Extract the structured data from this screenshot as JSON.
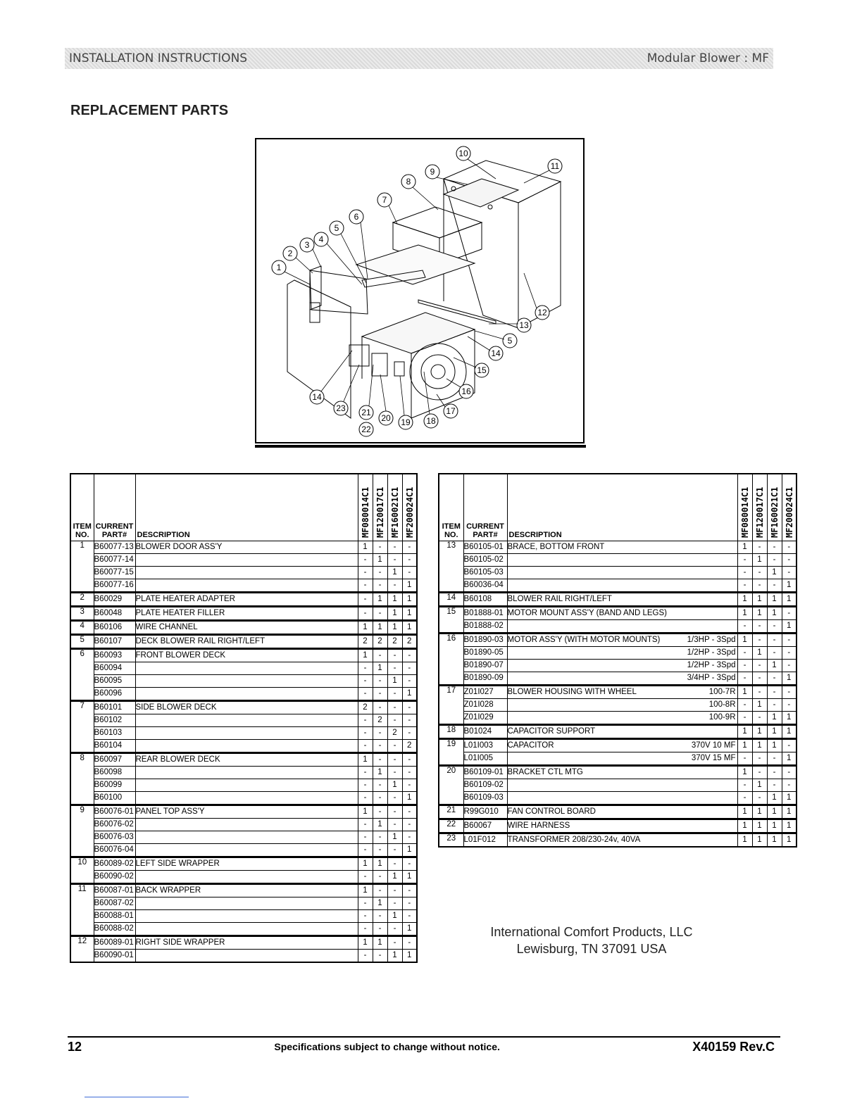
{
  "header": {
    "left": "INSTALLATION INSTRUCTIONS",
    "right": "Modular Blower : MF"
  },
  "section_title": "REPLACEMENT PARTS",
  "figure": {
    "callouts": [
      "1",
      "2",
      "3",
      "4",
      "5",
      "6",
      "7",
      "8",
      "9",
      "10",
      "11",
      "12",
      "13",
      "5",
      "14",
      "15",
      "16",
      "17",
      "18",
      "19",
      "20",
      "21",
      "22",
      "23",
      "14"
    ]
  },
  "table_headers": {
    "item": [
      "ITEM",
      "NO."
    ],
    "part": [
      "CURRENT",
      "PART#"
    ],
    "desc": "DESCRIPTION",
    "models": [
      "MF080014C1",
      "MF120017C1",
      "MF160021C1",
      "MF200024C1"
    ]
  },
  "left_table": [
    {
      "item": "1",
      "rows": [
        {
          "part": "B60077-13",
          "desc": "BLOWER DOOR ASS'Y",
          "q": [
            "1",
            "-",
            "-",
            "-"
          ]
        },
        {
          "part": "B60077-14",
          "desc": "",
          "q": [
            "-",
            "1",
            "-",
            "-"
          ]
        },
        {
          "part": "B60077-15",
          "desc": "",
          "q": [
            "-",
            "-",
            "1",
            "-"
          ]
        },
        {
          "part": "B60077-16",
          "desc": "",
          "q": [
            "-",
            "-",
            "-",
            "1"
          ]
        }
      ]
    },
    {
      "item": "2",
      "rows": [
        {
          "part": "B60029",
          "desc": "PLATE HEATER ADAPTER",
          "q": [
            "-",
            "1",
            "1",
            "1"
          ]
        }
      ]
    },
    {
      "item": "3",
      "rows": [
        {
          "part": "B60048",
          "desc": "PLATE HEATER FILLER",
          "q": [
            "-",
            "-",
            "1",
            "1"
          ]
        }
      ]
    },
    {
      "item": "4",
      "rows": [
        {
          "part": "B60106",
          "desc": "WIRE CHANNEL",
          "q": [
            "1",
            "1",
            "1",
            "1"
          ]
        }
      ]
    },
    {
      "item": "5",
      "rows": [
        {
          "part": "B60107",
          "desc": "DECK BLOWER RAIL RIGHT/LEFT",
          "q": [
            "2",
            "2",
            "2",
            "2"
          ]
        }
      ]
    },
    {
      "item": "6",
      "rows": [
        {
          "part": "B60093",
          "desc": "FRONT BLOWER DECK",
          "q": [
            "1",
            "-",
            "-",
            "-"
          ]
        },
        {
          "part": "B60094",
          "desc": "",
          "q": [
            "-",
            "1",
            "-",
            "-"
          ]
        },
        {
          "part": "B60095",
          "desc": "",
          "q": [
            "-",
            "-",
            "1",
            "-"
          ]
        },
        {
          "part": "B60096",
          "desc": "",
          "q": [
            "-",
            "-",
            "-",
            "1"
          ]
        }
      ]
    },
    {
      "item": "7",
      "rows": [
        {
          "part": "B60101",
          "desc": "SIDE BLOWER DECK",
          "q": [
            "2",
            "-",
            "-",
            "-"
          ]
        },
        {
          "part": "B60102",
          "desc": "",
          "q": [
            "-",
            "2",
            "-",
            "-"
          ]
        },
        {
          "part": "B60103",
          "desc": "",
          "q": [
            "-",
            "-",
            "2",
            "-"
          ]
        },
        {
          "part": "B60104",
          "desc": "",
          "q": [
            "-",
            "-",
            "-",
            "2"
          ]
        }
      ]
    },
    {
      "item": "8",
      "rows": [
        {
          "part": "B60097",
          "desc": "REAR BLOWER DECK",
          "q": [
            "1",
            "-",
            "-",
            "-"
          ]
        },
        {
          "part": "B60098",
          "desc": "",
          "q": [
            "-",
            "1",
            "-",
            "-"
          ]
        },
        {
          "part": "B60099",
          "desc": "",
          "q": [
            "-",
            "-",
            "1",
            "-"
          ]
        },
        {
          "part": "B60100",
          "desc": "",
          "q": [
            "-",
            "-",
            "-",
            "1"
          ]
        }
      ]
    },
    {
      "item": "9",
      "rows": [
        {
          "part": "B60076-01",
          "desc": "PANEL TOP ASS'Y",
          "q": [
            "1",
            "-",
            "-",
            "-"
          ]
        },
        {
          "part": "B60076-02",
          "desc": "",
          "q": [
            "-",
            "1",
            "-",
            "-"
          ]
        },
        {
          "part": "B60076-03",
          "desc": "",
          "q": [
            "-",
            "-",
            "1",
            "-"
          ]
        },
        {
          "part": "B60076-04",
          "desc": "",
          "q": [
            "-",
            "-",
            "-",
            "1"
          ]
        }
      ]
    },
    {
      "item": "10",
      "rows": [
        {
          "part": "B60089-02",
          "desc": "LEFT SIDE WRAPPER",
          "q": [
            "1",
            "1",
            "-",
            "-"
          ]
        },
        {
          "part": "B60090-02",
          "desc": "",
          "q": [
            "-",
            "-",
            "1",
            "1"
          ]
        }
      ]
    },
    {
      "item": "11",
      "rows": [
        {
          "part": "B60087-01",
          "desc": "BACK WRAPPER",
          "q": [
            "1",
            "-",
            "-",
            "-"
          ]
        },
        {
          "part": "B60087-02",
          "desc": "",
          "q": [
            "-",
            "1",
            "-",
            "-"
          ]
        },
        {
          "part": "B60088-01",
          "desc": "",
          "q": [
            "-",
            "-",
            "1",
            "-"
          ]
        },
        {
          "part": "B60088-02",
          "desc": "",
          "q": [
            "-",
            "-",
            "-",
            "1"
          ]
        }
      ]
    },
    {
      "item": "12",
      "rows": [
        {
          "part": "B60089-01",
          "desc": "RIGHT SIDE WRAPPER",
          "q": [
            "1",
            "1",
            "-",
            "-"
          ]
        },
        {
          "part": "B60090-01",
          "desc": "",
          "q": [
            "-",
            "-",
            "1",
            "1"
          ]
        }
      ]
    }
  ],
  "right_table": [
    {
      "item": "13",
      "rows": [
        {
          "part": "B60105-01",
          "desc": "BRACE, BOTTOM FRONT",
          "spec": "",
          "q": [
            "1",
            "-",
            "-",
            "-"
          ]
        },
        {
          "part": "B60105-02",
          "desc": "",
          "spec": "",
          "q": [
            "-",
            "1",
            "-",
            "-"
          ]
        },
        {
          "part": "B60105-03",
          "desc": "",
          "spec": "",
          "q": [
            "-",
            "-",
            "1",
            "-"
          ]
        },
        {
          "part": "B60036-04",
          "desc": "",
          "spec": "",
          "q": [
            "-",
            "-",
            "-",
            "1"
          ]
        }
      ]
    },
    {
      "item": "14",
      "rows": [
        {
          "part": "B60108",
          "desc": "BLOWER RAIL RIGHT/LEFT",
          "spec": "",
          "q": [
            "1",
            "1",
            "1",
            "1"
          ]
        }
      ]
    },
    {
      "item": "15",
      "rows": [
        {
          "part": "B01888-01",
          "desc": "MOTOR MOUNT ASS'Y (BAND AND LEGS)",
          "spec": "",
          "q": [
            "1",
            "1",
            "1",
            "-"
          ]
        },
        {
          "part": "B01888-02",
          "desc": "",
          "spec": "",
          "q": [
            "-",
            "-",
            "-",
            "1"
          ]
        }
      ]
    },
    {
      "item": "16",
      "rows": [
        {
          "part": "B01890-03",
          "desc": "MOTOR ASS'Y (WITH MOTOR MOUNTS)",
          "spec": "1/3HP - 3Spd",
          "q": [
            "1",
            "-",
            "-",
            "-"
          ]
        },
        {
          "part": "B01890-05",
          "desc": "",
          "spec": "1/2HP - 3Spd",
          "q": [
            "-",
            "1",
            "-",
            "-"
          ]
        },
        {
          "part": "B01890-07",
          "desc": "",
          "spec": "1/2HP - 3Spd",
          "q": [
            "-",
            "-",
            "1",
            "-"
          ]
        },
        {
          "part": "B01890-09",
          "desc": "",
          "spec": "3/4HP - 3Spd",
          "q": [
            "-",
            "-",
            "-",
            "1"
          ]
        }
      ]
    },
    {
      "item": "17",
      "rows": [
        {
          "part": "Z01I027",
          "desc": "BLOWER HOUSING WITH WHEEL",
          "spec": "100-7R",
          "q": [
            "1",
            "-",
            "-",
            "-"
          ]
        },
        {
          "part": "Z01I028",
          "desc": "",
          "spec": "100-8R",
          "q": [
            "-",
            "1",
            "-",
            "-"
          ]
        },
        {
          "part": "Z01I029",
          "desc": "",
          "spec": "100-9R",
          "q": [
            "-",
            "-",
            "1",
            "1"
          ]
        }
      ]
    },
    {
      "item": "18",
      "rows": [
        {
          "part": "B01024",
          "desc": "CAPACITOR SUPPORT",
          "spec": "",
          "q": [
            "1",
            "1",
            "1",
            "1"
          ]
        }
      ]
    },
    {
      "item": "19",
      "rows": [
        {
          "part": "L01I003",
          "desc": "CAPACITOR",
          "spec": "370V 10 MF",
          "q": [
            "1",
            "1",
            "1",
            "-"
          ]
        },
        {
          "part": "L01I005",
          "desc": "",
          "spec": "370V 15 MF",
          "q": [
            "-",
            "-",
            "-",
            "1"
          ]
        }
      ]
    },
    {
      "item": "20",
      "rows": [
        {
          "part": "B60109-01",
          "desc": "BRACKET CTL MTG",
          "spec": "",
          "q": [
            "1",
            "-",
            "-",
            "-"
          ]
        },
        {
          "part": "B60109-02",
          "desc": "",
          "spec": "",
          "q": [
            "-",
            "1",
            "-",
            "-"
          ]
        },
        {
          "part": "B60109-03",
          "desc": "",
          "spec": "",
          "q": [
            "-",
            "-",
            "1",
            "1"
          ]
        }
      ]
    },
    {
      "item": "21",
      "rows": [
        {
          "part": "R99G010",
          "desc": "FAN CONTROL BOARD",
          "spec": "",
          "q": [
            "1",
            "1",
            "1",
            "1"
          ]
        }
      ]
    },
    {
      "item": "22",
      "rows": [
        {
          "part": "B60067",
          "desc": "WIRE HARNESS",
          "spec": "",
          "q": [
            "1",
            "1",
            "1",
            "1"
          ]
        }
      ]
    },
    {
      "item": "23",
      "rows": [
        {
          "part": "L01F012",
          "desc": "TRANSFORMER 208/230-24v, 40VA",
          "spec": "",
          "q": [
            "1",
            "1",
            "1",
            "1"
          ]
        }
      ]
    }
  ],
  "company": {
    "name": "International Comfort Products, LLC",
    "address": "Lewisburg, TN 37091 USA"
  },
  "footer": {
    "page": "12",
    "note": "Specifications subject to change without notice.",
    "doc": "X40159 Rev.C"
  }
}
